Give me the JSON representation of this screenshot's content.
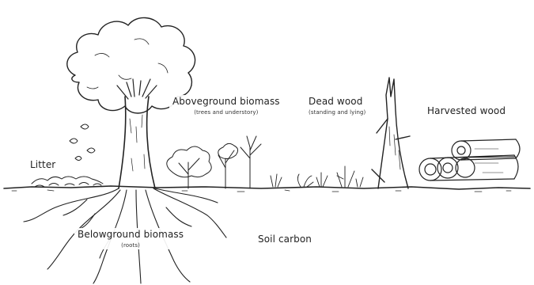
{
  "labels": {
    "aboveground": {
      "title": "Aboveground biomass",
      "subtitle": "(trees and understory)"
    },
    "deadwood": {
      "title": "Dead wood",
      "subtitle": "(standing and lying)"
    },
    "harvested": {
      "title": "Harvested wood"
    },
    "litter": {
      "title": "Litter"
    },
    "belowground": {
      "title": "Belowground biomass",
      "subtitle": "(roots)"
    },
    "soil": {
      "title": "Soil carbon"
    }
  },
  "colors": {
    "ink": "#222222",
    "background": "#ffffff"
  }
}
